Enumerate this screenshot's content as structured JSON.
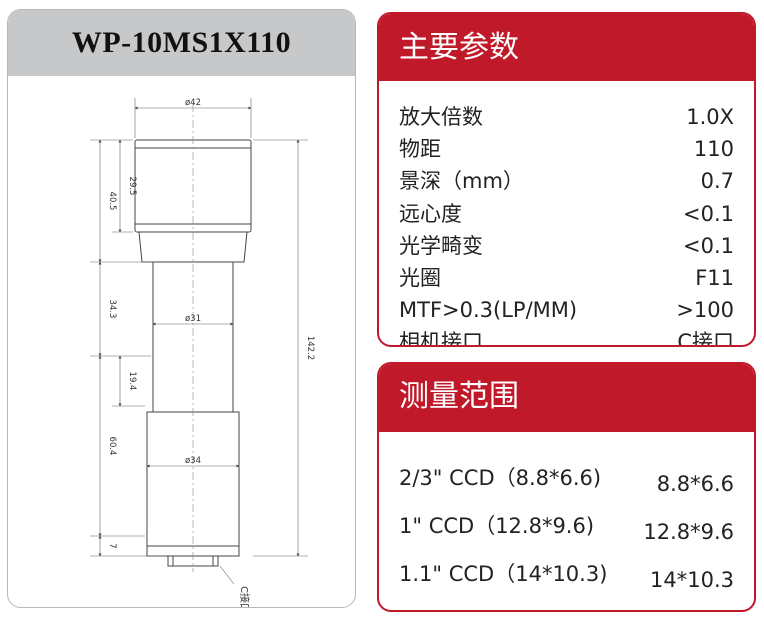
{
  "model": "WP-10MS1X110",
  "drawing": {
    "dia_top": "ø42",
    "dia_mid": "ø31",
    "dia_low": "ø34",
    "dim_295": "29.5",
    "dim_405": "40.5",
    "dim_343": "34.3",
    "dim_194": "19.4",
    "dim_604": "60.4",
    "dim_7": "7",
    "dim_total": "142.2",
    "c_mount": "C接口"
  },
  "params": {
    "title": "主要参数",
    "rows": [
      {
        "label": "放大倍数",
        "value": "1.0X"
      },
      {
        "label": "物距",
        "value": "110"
      },
      {
        "label": "景深（mm）",
        "value": "0.7"
      },
      {
        "label": "远心度",
        "value": "<0.1"
      },
      {
        "label": "光学畸变",
        "value": "<0.1"
      },
      {
        "label": "光圈",
        "value": "F11"
      },
      {
        "label": "MTF>0.3(LP/MM)",
        "value": ">100"
      },
      {
        "label": "相机接口",
        "value": "C接口"
      }
    ]
  },
  "range": {
    "title": "测量范围",
    "rows": [
      {
        "label": "2/3\" CCD（8.8*6.6)",
        "value": "8.8*6.6"
      },
      {
        "label": "1\" CCD（12.8*9.6)",
        "value": "12.8*9.6"
      },
      {
        "label": "1.1\" CCD（14*10.3)",
        "value": "14*10.3"
      }
    ]
  },
  "colors": {
    "accent": "#c01a2a",
    "title_bar": "#c7c8ca",
    "border": "#b8b8b8"
  }
}
